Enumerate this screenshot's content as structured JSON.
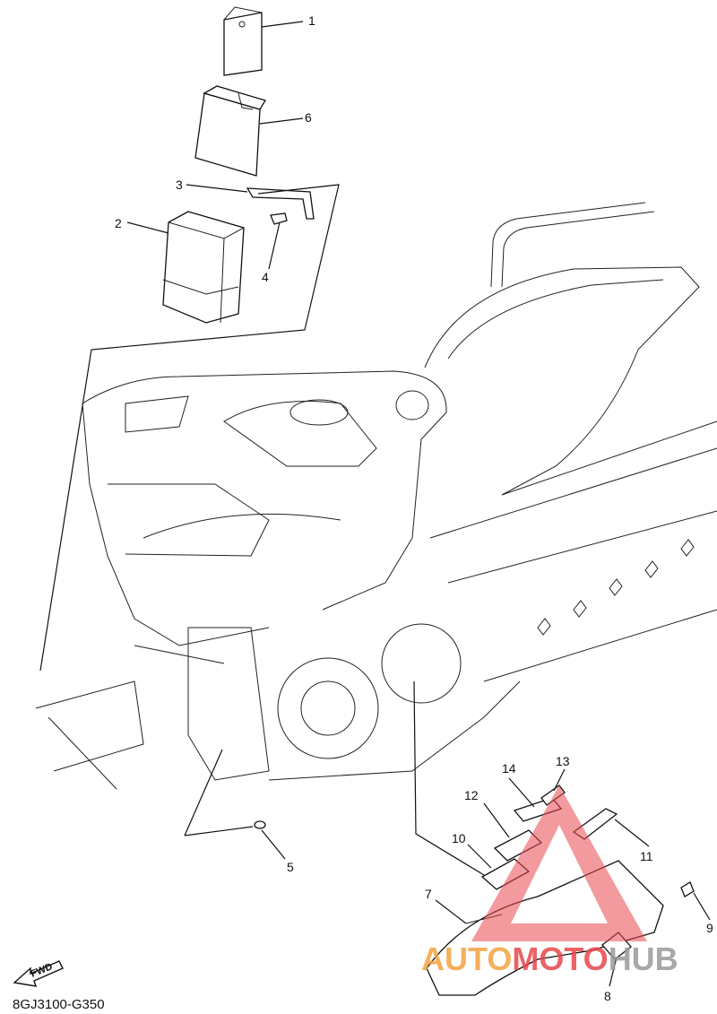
{
  "diagram_code": "8GJ3100-G350",
  "fwd_label": "FWD",
  "watermark": {
    "part1": "AUTO",
    "part2": "MOTO",
    "part3": "HUB",
    "color_red": "#e8474d",
    "color_orange": "#f4a340",
    "color_gray": "#9a9a9a"
  },
  "callouts": {
    "c1": "1",
    "c2": "2",
    "c3": "3",
    "c4": "4",
    "c5": "5",
    "c6": "6",
    "c7": "7",
    "c8": "8",
    "c9": "9",
    "c10": "10",
    "c11": "11",
    "c12": "12",
    "c13": "13",
    "c14": "14"
  }
}
